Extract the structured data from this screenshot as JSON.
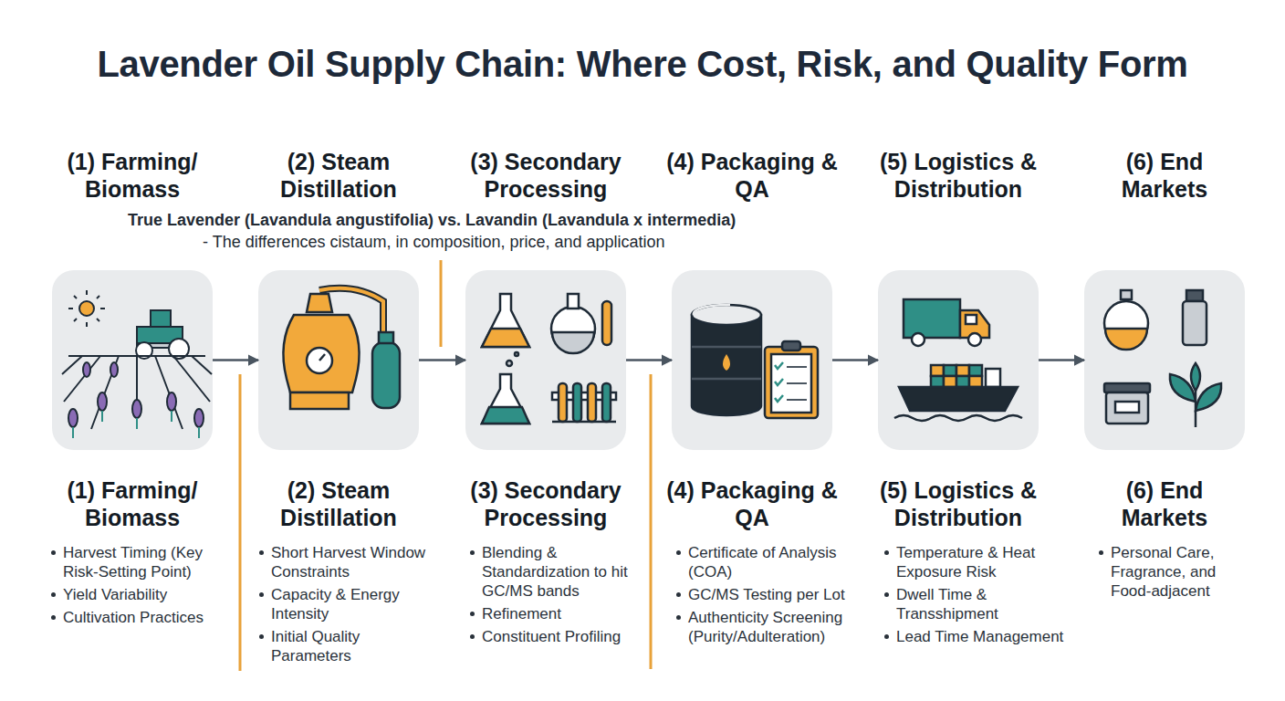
{
  "diagram": {
    "title": "Lavender Oil Supply Chain: Where Cost, Risk, and Quality Form",
    "nodes": [
      {
        "text": [
          "(1) Farming/ Biomass",
          "(1) Farming/ Biomass",
          "Harvest Timing (Key Risk-Setting Point)",
          "Yield Variability",
          "Cultivation Practices"
        ]
      },
      {
        "text": [
          "(2) Steam Distillation",
          "(2) Steam Distillation",
          "Short Harvest Window Constraints",
          "Capacity & Energy Intensity",
          "Initial Quality Parameters"
        ]
      },
      {
        "text": [
          "(3) Secondary Processing",
          "(3) Secondary Processing",
          "Blending & Standardization to hit GC/MS bands",
          "Refinement",
          "Constituent Profiling"
        ]
      },
      {
        "text": [
          "(4) Packaging & QA",
          "(4) Packaging & QA",
          "Certificate of Analysis (COA)",
          "GC/MS Testing per Lot",
          "Authenticity Screening (Purity/Adulteration)"
        ]
      },
      {
        "text": [
          "(5) Logistics & Distribution",
          "(5) Logistics & Distribution",
          "Temperature & Heat Exposure Risk",
          "Dwell Time & Transshipment",
          "Lead Time Management"
        ]
      },
      {
        "text": [
          "(6) End Markets",
          "(6) End Markets",
          "Personal Care, Fragrance, and Food-adjacent"
        ]
      }
    ],
    "edges": [
      {
        "from": 0,
        "to": 1,
        "arrow": "to"
      },
      {
        "from": 1,
        "to": 2,
        "arrow": "to"
      },
      {
        "from": 2,
        "to": 3,
        "arrow": "to"
      },
      {
        "from": 3,
        "to": 4,
        "arrow": "to"
      },
      {
        "from": 4,
        "to": 5,
        "arrow": "to"
      }
    ],
    "labels": [
      "True Lavender (Lavandula angustifolia) vs. Lavandin (Lavandula x intermedia)",
      "- The differences cistaum, in composition, price, and application"
    ]
  }
}
